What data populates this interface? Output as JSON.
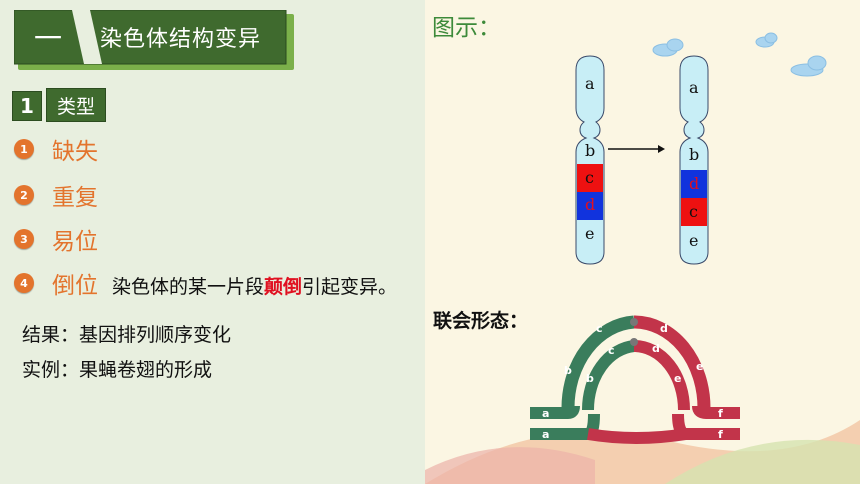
{
  "section": {
    "number": "一",
    "title": "染色体结构变异"
  },
  "type_heading": {
    "number": "1",
    "label": "类型"
  },
  "types": [
    {
      "num": "1",
      "name": "缺失"
    },
    {
      "num": "2",
      "name": "重复"
    },
    {
      "num": "3",
      "name": "易位"
    },
    {
      "num": "4",
      "name": "倒位"
    }
  ],
  "inversion_desc": {
    "before": "染色体的某一片段",
    "highlight": "颠倒",
    "after": "引起变异。"
  },
  "result": "结果：基因排列顺序变化",
  "example": "实例：果蝇卷翅的形成",
  "diagram_label": "图示：",
  "synapsis_label": "联会形态：",
  "chromosome_before": [
    "a",
    "b",
    "c",
    "d",
    "e"
  ],
  "chromosome_after": [
    "a",
    "b",
    "d",
    "c",
    "e"
  ],
  "loop_labels": {
    "outer": [
      "a",
      "b",
      "c",
      "d",
      "e",
      "f"
    ],
    "inner": [
      "a",
      "b",
      "c",
      "d",
      "e",
      "f"
    ]
  },
  "colors": {
    "section_green": "#3f6a2e",
    "accent_orange": "#e3742d",
    "highlight_red": "#e01020",
    "segment_red": "#ee1111",
    "segment_blue": "#1133dd",
    "chrom_fill": "#c8eef6",
    "loop_green": "#3a7d5c",
    "loop_red": "#c2344a"
  }
}
